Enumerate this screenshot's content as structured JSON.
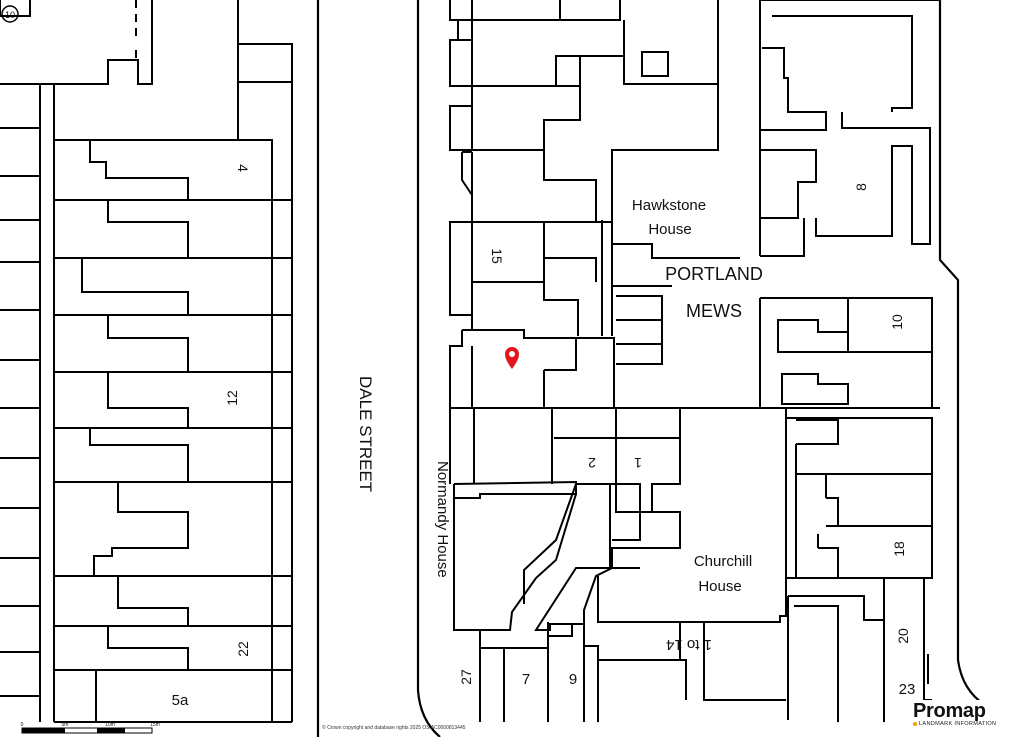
{
  "map": {
    "street_labels": {
      "dale_street": "DALE STREET",
      "portland": "PORTLAND",
      "mews": "MEWS"
    },
    "building_labels": {
      "hawkstone_line1": "Hawkstone",
      "hawkstone_line2": "House",
      "churchill_line1": "Churchill",
      "churchill_line2": "House",
      "normandy": "Normandy House",
      "one_to_fourteen": "1 to 14"
    },
    "plot_numbers": {
      "n4": "4",
      "n12": "12",
      "n22": "22",
      "n5a": "5a",
      "n15": "15",
      "n2": "2",
      "n1": "1",
      "n27": "27",
      "n7": "7",
      "n9": "9",
      "n8": "8",
      "n10": "10",
      "n18": "18",
      "n20": "20",
      "n23": "23"
    },
    "corner_mark": "10",
    "marker": {
      "color": "#e3161b",
      "icon": "map-pin-icon"
    },
    "scale_bar": {
      "labels": [
        "0",
        "5m",
        "10m",
        "15m"
      ]
    }
  },
  "copyright": "© Crown copyright and database rights 2025 OS AC0000813445",
  "branding": {
    "name": "Promap",
    "tagline": "LANDMARK INFORMATION",
    "accent": "#f2a400"
  }
}
